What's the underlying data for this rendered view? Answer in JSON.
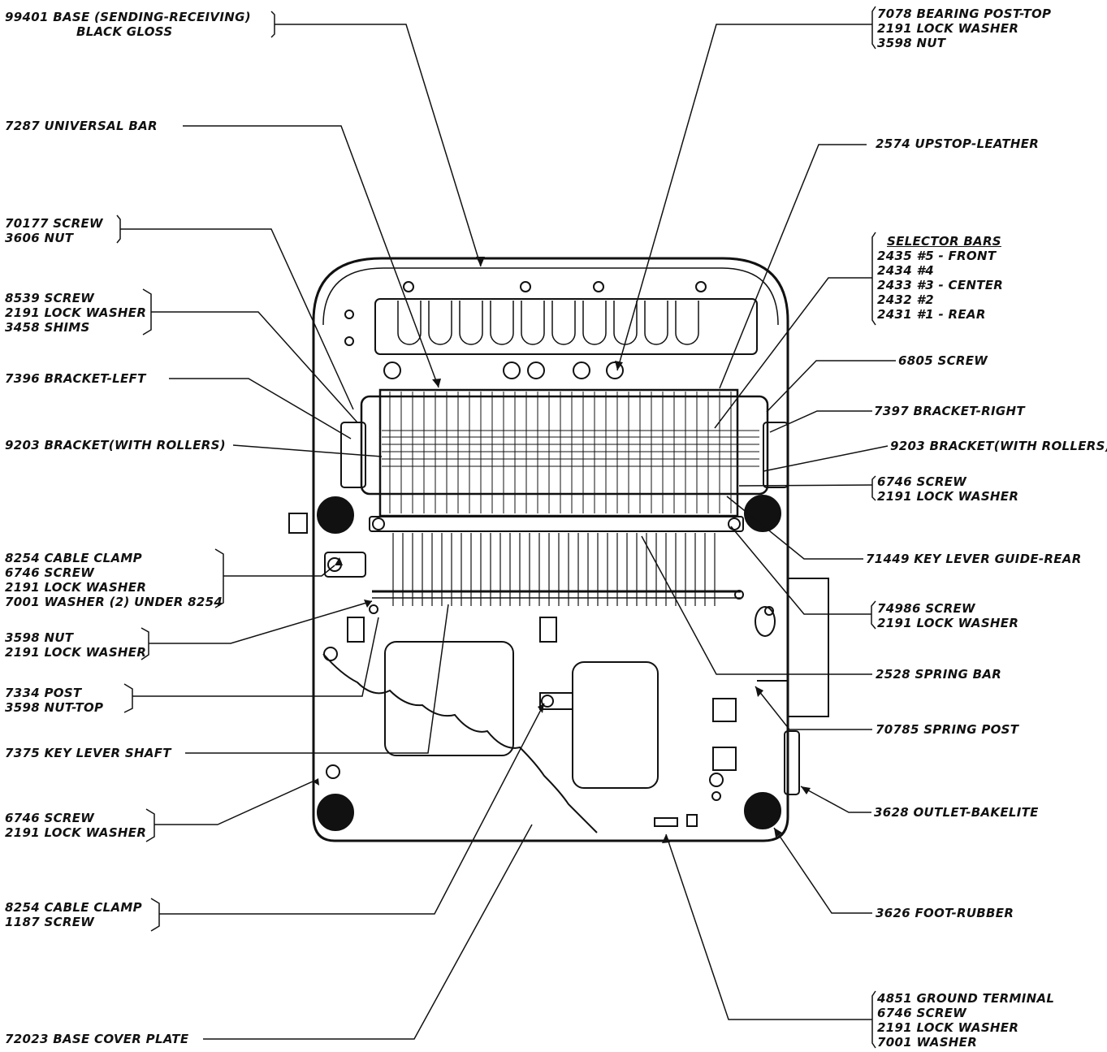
{
  "labels": {
    "base": [
      "99401 BASE (SENDING-RECEIVING)",
      "BLACK GLOSS"
    ],
    "universal_bar": "7287 UNIVERSAL BAR",
    "screw_70177": [
      "70177 SCREW",
      "3606 NUT"
    ],
    "screw_8539": [
      "8539 SCREW",
      "2191 LOCK WASHER",
      "3458 SHIMS"
    ],
    "bracket_left": "7396 BRACKET-LEFT",
    "bracket_rollers_left": "9203 BRACKET(WITH ROLLERS)",
    "cable_clamp_8254": [
      "8254 CABLE CLAMP",
      "6746 SCREW",
      "2191 LOCK WASHER",
      "7001 WASHER (2) UNDER 8254"
    ],
    "nut_3598": [
      "3598 NUT",
      "2191 LOCK WASHER"
    ],
    "post_7334": [
      "7334 POST",
      "3598 NUT-TOP"
    ],
    "key_lever_shaft": "7375 KEY LEVER SHAFT",
    "screw_6746_bottom": [
      "6746 SCREW",
      "2191 LOCK WASHER"
    ],
    "cable_clamp_1187": [
      "8254 CABLE CLAMP",
      "1187 SCREW"
    ],
    "base_cover_plate": "72023 BASE COVER PLATE",
    "bearing_post": [
      "7078 BEARING POST-TOP",
      "2191 LOCK WASHER",
      "3598 NUT"
    ],
    "upstop": "2574 UPSTOP-LEATHER",
    "selector_bars_title": "SELECTOR BARS",
    "selector_bars": [
      "2435 #5 - FRONT",
      "2434 #4",
      "2433 #3 - CENTER",
      "2432 #2",
      "2431 #1 - REAR"
    ],
    "screw_6805": "6805 SCREW",
    "bracket_right": "7397 BRACKET-RIGHT",
    "bracket_rollers_right": "9203 BRACKET(WITH ROLLERS)",
    "screw_6746_right": [
      "6746 SCREW",
      "2191 LOCK WASHER"
    ],
    "key_lever_guide": "71449 KEY LEVER GUIDE-REAR",
    "screw_74986": [
      "74986 SCREW",
      "2191 LOCK WASHER"
    ],
    "spring_bar": "2528 SPRING BAR",
    "spring_post": "70785 SPRING POST",
    "outlet": "3628 OUTLET-BAKELITE",
    "foot_rubber": "3626 FOOT-RUBBER",
    "ground_terminal": [
      "4851 GROUND TERMINAL",
      "6746 SCREW",
      "2191 LOCK WASHER",
      "7001 WASHER"
    ]
  }
}
